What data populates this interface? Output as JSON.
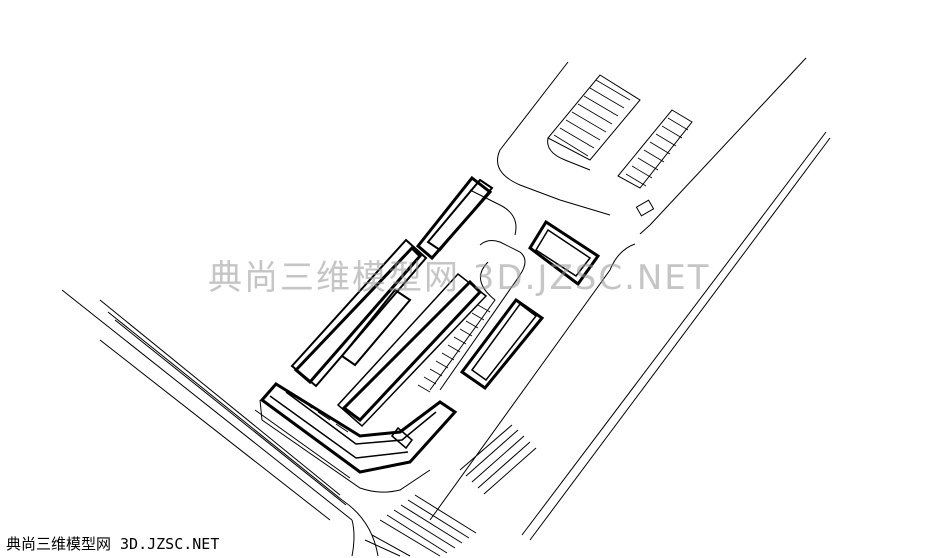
{
  "watermark": {
    "center_text": "典尚三维模型网 3D.JZSC.NET",
    "corner_text": "典尚三维模型网 3D.JZSC.NET",
    "color": "#969696"
  },
  "drawing": {
    "line_color": "#000000",
    "background": "#ffffff",
    "subject": "site-plan"
  }
}
